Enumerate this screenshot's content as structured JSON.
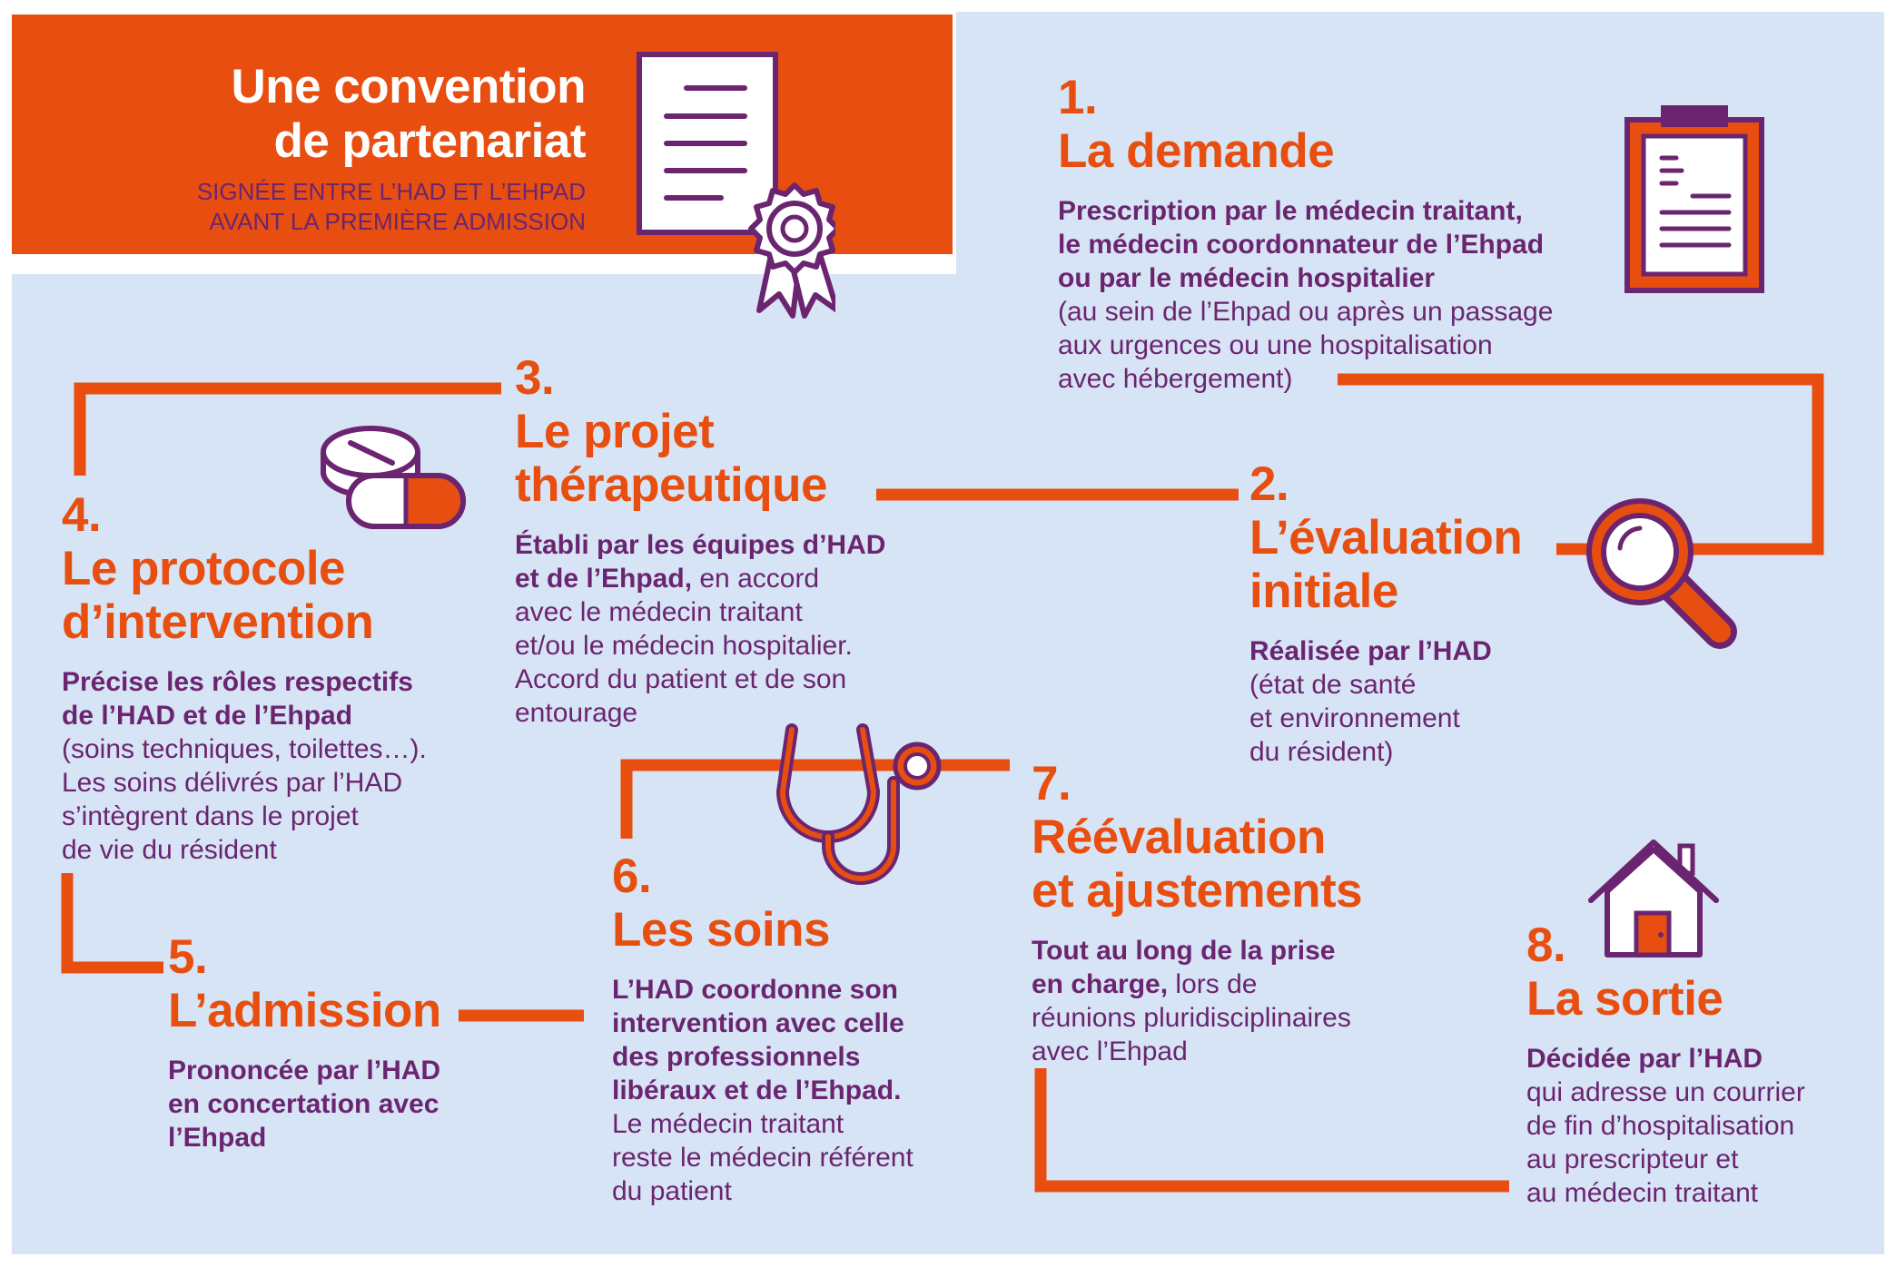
{
  "colors": {
    "orange": "#e84e0f",
    "purple": "#6b2570",
    "background": "#d6e4f5",
    "white": "#ffffff"
  },
  "header": {
    "title_lines": [
      "Une convention",
      "de partenariat"
    ],
    "subtitle_lines": [
      "SIGNÉE ENTRE L’HAD ET L’EHPAD",
      "AVANT LA PREMIÈRE ADMISSION"
    ],
    "icon": "certificate-icon"
  },
  "steps": [
    {
      "number": "1.",
      "title_lines": [
        "La demande"
      ],
      "bold_lines": [
        "Prescription par le médecin traitant,",
        "le médecin coordonnateur de l’Ehpad",
        "ou par le médecin hospitalier"
      ],
      "regular_lines": [
        "(au sein de l’Ehpad ou après un passage",
        "aux urgences ou une hospitalisation",
        "avec hébergement)"
      ],
      "icon": "clipboard-icon"
    },
    {
      "number": "2.",
      "title_lines": [
        "L’évaluation",
        "initiale"
      ],
      "bold_lines": [
        "Réalisée par l’HAD"
      ],
      "regular_lines": [
        "(état de santé",
        "et environnement",
        "du résident)"
      ],
      "icon": "magnifier-icon"
    },
    {
      "number": "3.",
      "title_lines": [
        "Le projet",
        "thérapeutique"
      ],
      "bold_lines": [
        "Établi par les équipes d’HAD",
        "et de l’Ehpad,"
      ],
      "regular_inline": " en accord",
      "regular_lines": [
        "avec le médecin traitant",
        "et/ou le médecin hospitalier.",
        "Accord du patient et de son",
        "entourage"
      ],
      "icon": "pills-icon"
    },
    {
      "number": "4.",
      "title_lines": [
        "Le protocole",
        "d’intervention"
      ],
      "bold_lines": [
        "Précise les rôles respectifs",
        "de l’HAD et de l’Ehpad"
      ],
      "regular_lines": [
        "(soins techniques, toilettes…).",
        "Les soins délivrés par l’HAD",
        "s’intègrent dans le projet",
        "de vie du résident"
      ]
    },
    {
      "number": "5.",
      "title_lines": [
        "L’admission"
      ],
      "bold_lines": [
        "Prononcée par l’HAD",
        "en concertation avec",
        "l’Ehpad"
      ],
      "regular_lines": []
    },
    {
      "number": "6.",
      "title_lines": [
        "Les soins"
      ],
      "bold_lines": [
        "L’HAD coordonne son",
        "intervention avec celle",
        "des professionnels",
        "libéraux et de l’Ehpad."
      ],
      "regular_lines": [
        "Le médecin traitant",
        "reste le médecin référent",
        "du patient"
      ],
      "icon": "stethoscope-icon"
    },
    {
      "number": "7.",
      "title_lines": [
        "Réévaluation",
        "et ajustements"
      ],
      "bold_lines": [
        "Tout au long de la prise",
        "en charge,"
      ],
      "regular_inline": " lors de",
      "regular_lines": [
        "réunions pluridisciplinaires",
        "avec l’Ehpad"
      ]
    },
    {
      "number": "8.",
      "title_lines": [
        "La sortie"
      ],
      "bold_lines": [
        "Décidée par l’HAD"
      ],
      "regular_lines": [
        "qui adresse un courrier",
        "de fin d’hospitalisation",
        "au prescripteur et",
        "au médecin traitant"
      ],
      "icon": "house-icon"
    }
  ]
}
